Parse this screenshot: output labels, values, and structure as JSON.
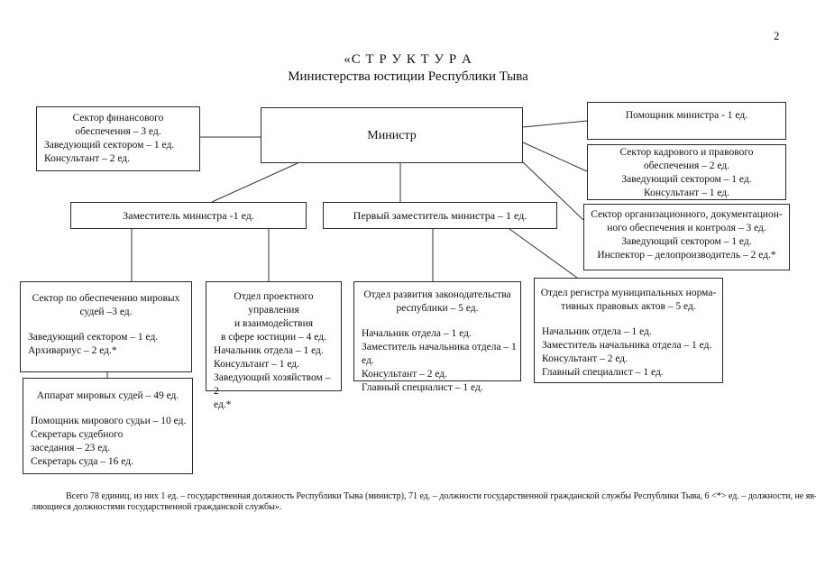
{
  "page": {
    "number": "2"
  },
  "title": {
    "line1": "«С Т Р У К Т У Р А",
    "line2": "Министерства юстиции Республики Тыва"
  },
  "boxes": {
    "finance": {
      "center": [
        "Сектор финансового",
        "обеспечения – 3 ед."
      ],
      "left": [
        "Заведующий сектором – 1 ед.",
        "Консультант – 2 ед."
      ]
    },
    "minister": {
      "label": "Министр"
    },
    "assistant": {
      "center": [
        "Помощник министра - 1 ед."
      ]
    },
    "hr": {
      "center": [
        "Сектор кадрового и правового",
        "обеспечения – 2 ед.",
        "Заведующий сектором – 1 ед.",
        "Консультант – 1 ед."
      ]
    },
    "org": {
      "center": [
        "Сектор организационного, документацион-",
        "ного обеспечения и контроля – 3 ед.",
        "Заведующий сектором – 1 ед.",
        "Инспектор – делопроизводитель – 2 ед.*"
      ]
    },
    "deputy": {
      "label": "Заместитель министра -1 ед."
    },
    "first_deputy": {
      "label": "Первый заместитель министра – 1 ед."
    },
    "judges_sector": {
      "center": [
        "Сектор по обеспечению мировых",
        "судей –3 ед."
      ],
      "left": [
        "Заведующий сектором – 1 ед.",
        "Архивариус – 2 ед.*"
      ]
    },
    "judges_apparatus": {
      "center": [
        "Аппарат мировых судей – 49 ед."
      ],
      "left": [
        "Помощник мирового судьи – 10 ед.",
        "Секретарь судебного",
        "заседания – 23 ед.",
        "Секретарь суда – 16 ед."
      ]
    },
    "project": {
      "center": [
        "Отдел проектного управления",
        "и взаимодействия",
        "в сфере юстиции – 4 ед."
      ],
      "left": [
        "Начальник отдела – 1 ед.",
        "Консультант – 1 ед.",
        "Заведующий хозяйством – 2",
        "ед.*"
      ]
    },
    "legislation": {
      "center": [
        "Отдел развития законодательства",
        "республики – 5 ед."
      ],
      "left": [
        "Начальник отдела – 1 ед.",
        "Заместитель начальника отдела – 1 ед.",
        "Консультант – 2 ед.",
        "Главный специалист – 1 ед."
      ]
    },
    "registry": {
      "center": [
        "Отдел регистра муниципальных норма-",
        "тивных правовых актов – 5 ед."
      ],
      "left": [
        "Начальник отдела – 1 ед.",
        "Заместитель начальника отдела – 1 ед.",
        "Консультант – 2 ед.",
        "Главный специалист – 1 ед."
      ]
    }
  },
  "footer": {
    "line1": "Всего 78 единиц, из них 1 ед. – государственная должность Республики Тыва (министр), 71 ед. – должности государственной гражданской службы Республики Тыва, 6 <*> ед. – должности, не яв-",
    "line2": "ляющиеся должностями государственной гражданской службы»."
  }
}
